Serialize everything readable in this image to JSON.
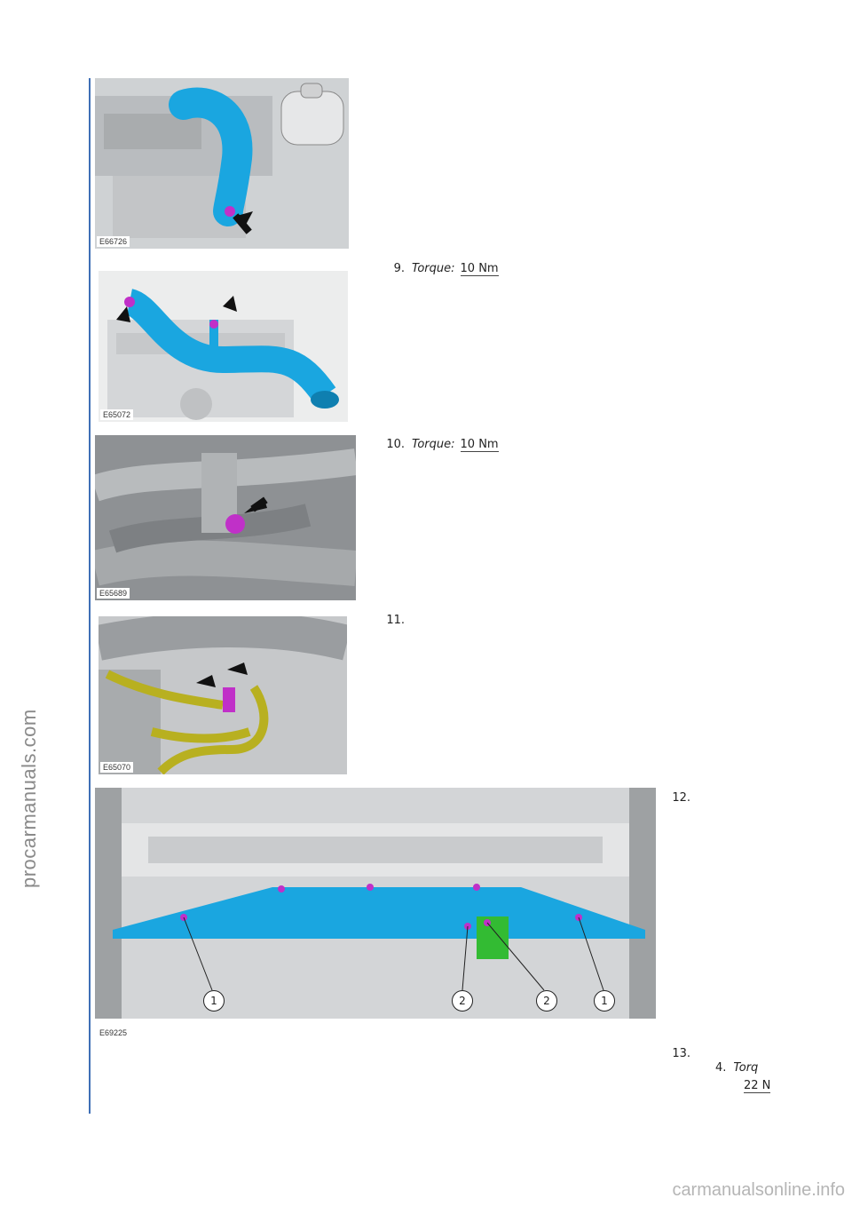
{
  "side_watermark": "procarmanuals.com",
  "footer_watermark": "carmanualsonline.info",
  "figures": [
    {
      "code": "E66726"
    },
    {
      "code": "E65072"
    },
    {
      "code": "E65689"
    },
    {
      "code": "E65070"
    },
    {
      "code": "E69225",
      "callouts": [
        "1",
        "2",
        "2",
        "1"
      ]
    }
  ],
  "steps": [
    {
      "number": "9.",
      "torque_label": "Torque:",
      "torque_value": "10 Nm"
    },
    {
      "number": "10.",
      "torque_label": "Torque:",
      "torque_value": "10 Nm"
    },
    {
      "number": "11."
    },
    {
      "number": "12."
    },
    {
      "number": "13."
    }
  ],
  "substep": {
    "number": "4.",
    "torque_label_partial": "Torq",
    "torque_value_partial": "22 N"
  },
  "colors": {
    "rule": "#3f6fb6",
    "highlight_blue": "#1aa6e0",
    "highlight_magenta": "#c030c8",
    "highlight_yellow": "#b8b020",
    "highlight_green": "#33bb33"
  }
}
